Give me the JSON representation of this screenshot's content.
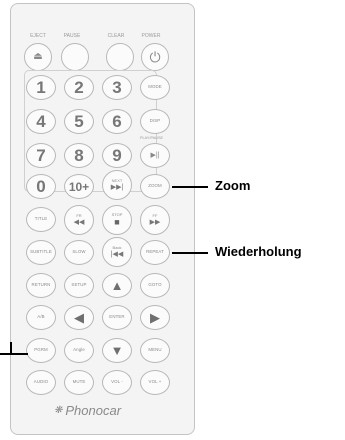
{
  "remote": {
    "top_labels": [
      "EJECT",
      "PAUSE",
      "CLEAR",
      "POWER"
    ],
    "row1_icons": [
      "eject-icon",
      "",
      "",
      "power-icon"
    ],
    "numbers": [
      "1",
      "2",
      "3",
      "4",
      "5",
      "6",
      "7",
      "8",
      "9",
      "0",
      "10+"
    ],
    "mode": "MODE",
    "disp": "DISP",
    "pause_mode_label": "PLAY/PAUSE",
    "next_label": "NEXT",
    "zoom": "ZOOM",
    "title": "TITLE",
    "fr_label": "FR",
    "stop_label": "STOP",
    "ff_label": "FF",
    "subtitle": "SUBTITLE",
    "slow": "SLOW",
    "back_label": "Back",
    "repeat": "REPEAT",
    "return": "RETURN",
    "setup": "SETUP",
    "goto": "GOTO",
    "ab": "A/B",
    "enter": "ENTER",
    "program": "PGRM",
    "angle": "Angle",
    "menu": "MENU",
    "audio": "AUDIO",
    "mute": "MUTE",
    "vol_minus": "VOL -",
    "vol_plus": "VOL +",
    "brand": "Phonocar"
  },
  "annotations": {
    "zoom": "Zoom",
    "repeat": "Wiederholung"
  },
  "icons": {
    "eject": "⏏",
    "power": "⏻",
    "play_pause": "▶||",
    "next": "▶▶|",
    "rewind": "◀◀",
    "stop": "■",
    "forward": "▶▶",
    "prev": "|◀◀",
    "up": "▲",
    "left": "◀",
    "right": "▶",
    "down": "▼",
    "brand_mark": "❋"
  }
}
